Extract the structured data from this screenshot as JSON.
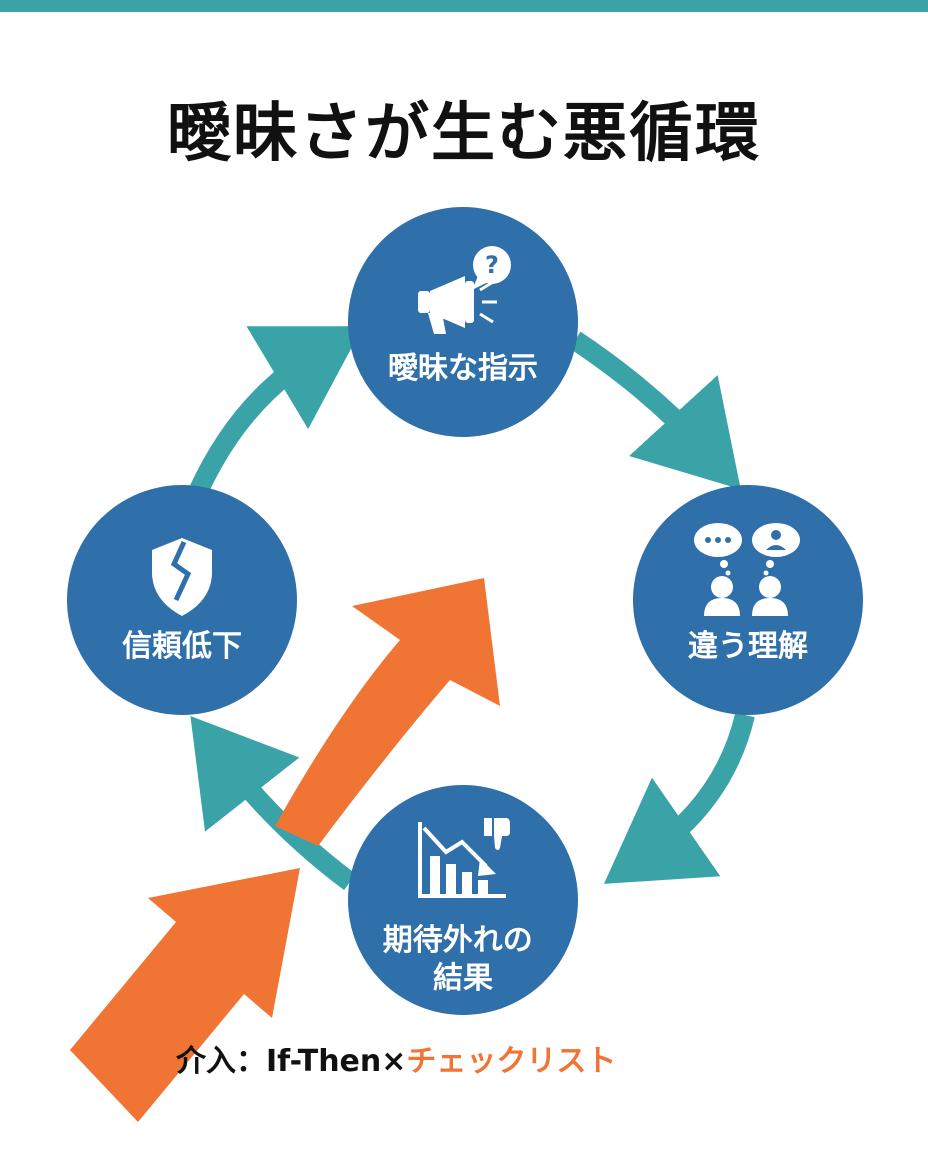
{
  "title": "曖昧さが生む悪循環",
  "colors": {
    "top_bar": "#3aa3a8",
    "node_fill": "#2f6faa",
    "cycle_arrow": "#3aa3a8",
    "intervention_arrow": "#f07535",
    "intervention_accent": "#f07535"
  },
  "cycle": {
    "nodes": [
      {
        "id": "ambiguous-instruction",
        "label_lines": [
          "曖昧な指示"
        ],
        "icon": "megaphone-question-icon"
      },
      {
        "id": "different-understanding",
        "label_lines": [
          "違う理解"
        ],
        "icon": "two-people-thought-bubbles-icon"
      },
      {
        "id": "unexpected-result",
        "label_lines": [
          "期待外れの",
          "結果"
        ],
        "icon": "declining-chart-thumbs-down-icon"
      },
      {
        "id": "trust-decline",
        "label_lines": [
          "信頼低下"
        ],
        "icon": "broken-shield-icon"
      }
    ],
    "direction": "clockwise"
  },
  "intervention": {
    "prefix": "介入：If-Then×",
    "highlight": "チェックリスト"
  }
}
